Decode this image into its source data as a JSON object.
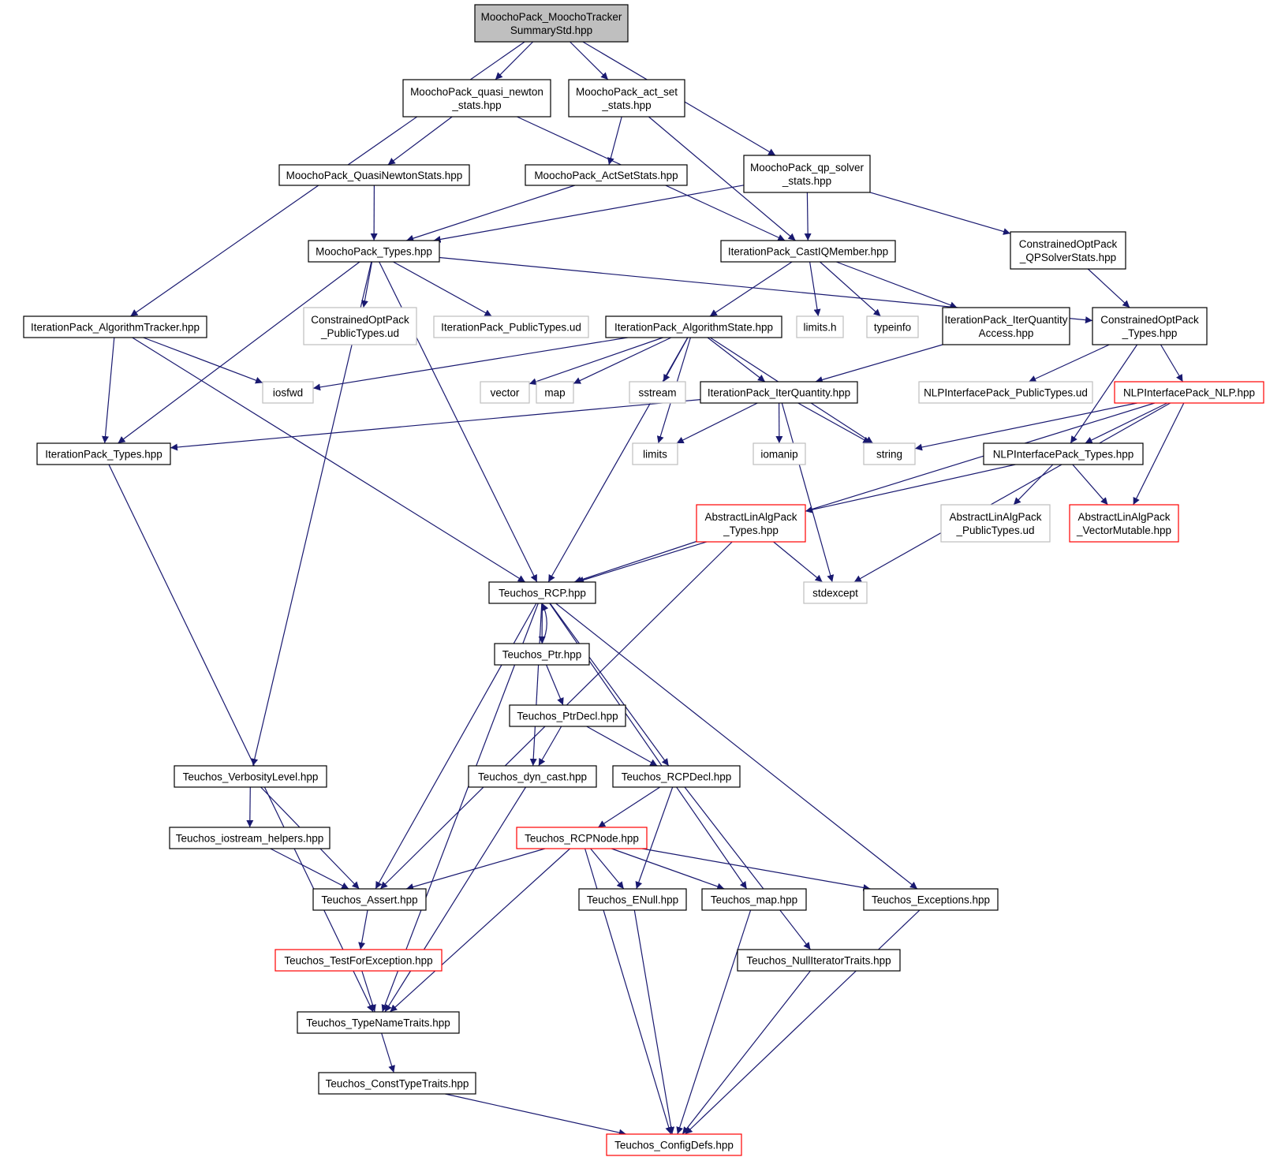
{
  "colors": {
    "edge": "#191970",
    "normal_border": "#000000",
    "system_border": "#bfbfbf",
    "incomplete_border": "#ff0000",
    "root_fill": "#bfbfbf",
    "node_fill": "#ffffff"
  },
  "nodes": [
    {
      "id": "root",
      "lines": [
        "MoochoPack_MoochoTracker",
        "SummaryStd.hpp"
      ],
      "kind": "root"
    },
    {
      "id": "qn_stats",
      "lines": [
        "MoochoPack_quasi_newton",
        "_stats.hpp"
      ],
      "kind": "normal"
    },
    {
      "id": "act_set_stats",
      "lines": [
        "MoochoPack_act_set",
        "_stats.hpp"
      ],
      "kind": "normal"
    },
    {
      "id": "qp_solver_stats",
      "lines": [
        "MoochoPack_qp_solver",
        "_stats.hpp"
      ],
      "kind": "normal"
    },
    {
      "id": "QuasiNewtonStats",
      "lines": [
        "MoochoPack_QuasiNewtonStats.hpp"
      ],
      "kind": "normal"
    },
    {
      "id": "ActSetStats",
      "lines": [
        "MoochoPack_ActSetStats.hpp"
      ],
      "kind": "normal"
    },
    {
      "id": "MPTypes",
      "lines": [
        "MoochoPack_Types.hpp"
      ],
      "kind": "normal"
    },
    {
      "id": "CastIQ",
      "lines": [
        "IterationPack_CastIQMember.hpp"
      ],
      "kind": "normal"
    },
    {
      "id": "COQPSolverStats",
      "lines": [
        "ConstrainedOptPack",
        "_QPSolverStats.hpp"
      ],
      "kind": "normal"
    },
    {
      "id": "AlgTracker",
      "lines": [
        "IterationPack_AlgorithmTracker.hpp"
      ],
      "kind": "normal"
    },
    {
      "id": "COPublicTypes",
      "lines": [
        "ConstrainedOptPack",
        "_PublicTypes.ud"
      ],
      "kind": "system"
    },
    {
      "id": "IPPublicTypes",
      "lines": [
        "IterationPack_PublicTypes.ud"
      ],
      "kind": "system"
    },
    {
      "id": "AlgState",
      "lines": [
        "IterationPack_AlgorithmState.hpp"
      ],
      "kind": "normal"
    },
    {
      "id": "limits_h",
      "lines": [
        "limits.h"
      ],
      "kind": "system"
    },
    {
      "id": "typeinfo",
      "lines": [
        "typeinfo"
      ],
      "kind": "system"
    },
    {
      "id": "IQAccess",
      "lines": [
        "IterationPack_IterQuantity",
        "Access.hpp"
      ],
      "kind": "normal"
    },
    {
      "id": "COTypes",
      "lines": [
        "ConstrainedOptPack",
        "_Types.hpp"
      ],
      "kind": "normal"
    },
    {
      "id": "iosfwd",
      "lines": [
        "iosfwd"
      ],
      "kind": "system"
    },
    {
      "id": "vector",
      "lines": [
        "vector"
      ],
      "kind": "system"
    },
    {
      "id": "map",
      "lines": [
        "map"
      ],
      "kind": "system"
    },
    {
      "id": "sstream",
      "lines": [
        "sstream"
      ],
      "kind": "system"
    },
    {
      "id": "IterQuantity",
      "lines": [
        "IterationPack_IterQuantity.hpp"
      ],
      "kind": "normal"
    },
    {
      "id": "NLPPublicTypes",
      "lines": [
        "NLPInterfacePack_PublicTypes.ud"
      ],
      "kind": "system"
    },
    {
      "id": "NLP",
      "lines": [
        "NLPInterfacePack_NLP.hpp"
      ],
      "kind": "incomplete"
    },
    {
      "id": "IPTypes",
      "lines": [
        "IterationPack_Types.hpp"
      ],
      "kind": "normal"
    },
    {
      "id": "limits",
      "lines": [
        "limits"
      ],
      "kind": "system"
    },
    {
      "id": "iomanip",
      "lines": [
        "iomanip"
      ],
      "kind": "system"
    },
    {
      "id": "string",
      "lines": [
        "string"
      ],
      "kind": "system"
    },
    {
      "id": "NLPTypes",
      "lines": [
        "NLPInterfacePack_Types.hpp"
      ],
      "kind": "normal"
    },
    {
      "id": "ALATypes",
      "lines": [
        "AbstractLinAlgPack",
        "_Types.hpp"
      ],
      "kind": "incomplete"
    },
    {
      "id": "ALAPublicTypes",
      "lines": [
        "AbstractLinAlgPack",
        "_PublicTypes.ud"
      ],
      "kind": "system"
    },
    {
      "id": "ALAVecMut",
      "lines": [
        "AbstractLinAlgPack",
        "_VectorMutable.hpp"
      ],
      "kind": "incomplete"
    },
    {
      "id": "RCP",
      "lines": [
        "Teuchos_RCP.hpp"
      ],
      "kind": "normal"
    },
    {
      "id": "stdexcept",
      "lines": [
        "stdexcept"
      ],
      "kind": "system"
    },
    {
      "id": "Ptr",
      "lines": [
        "Teuchos_Ptr.hpp"
      ],
      "kind": "normal"
    },
    {
      "id": "PtrDecl",
      "lines": [
        "Teuchos_PtrDecl.hpp"
      ],
      "kind": "normal"
    },
    {
      "id": "VerbLevel",
      "lines": [
        "Teuchos_VerbosityLevel.hpp"
      ],
      "kind": "normal"
    },
    {
      "id": "dyncast",
      "lines": [
        "Teuchos_dyn_cast.hpp"
      ],
      "kind": "normal"
    },
    {
      "id": "RCPDecl",
      "lines": [
        "Teuchos_RCPDecl.hpp"
      ],
      "kind": "normal"
    },
    {
      "id": "iohelpers",
      "lines": [
        "Teuchos_iostream_helpers.hpp"
      ],
      "kind": "normal"
    },
    {
      "id": "RCPNode",
      "lines": [
        "Teuchos_RCPNode.hpp"
      ],
      "kind": "incomplete"
    },
    {
      "id": "Assert",
      "lines": [
        "Teuchos_Assert.hpp"
      ],
      "kind": "normal"
    },
    {
      "id": "ENull",
      "lines": [
        "Teuchos_ENull.hpp"
      ],
      "kind": "normal"
    },
    {
      "id": "tmap",
      "lines": [
        "Teuchos_map.hpp"
      ],
      "kind": "normal"
    },
    {
      "id": "Exceptions",
      "lines": [
        "Teuchos_Exceptions.hpp"
      ],
      "kind": "normal"
    },
    {
      "id": "TestForExc",
      "lines": [
        "Teuchos_TestForException.hpp"
      ],
      "kind": "incomplete"
    },
    {
      "id": "NullIter",
      "lines": [
        "Teuchos_NullIteratorTraits.hpp"
      ],
      "kind": "normal"
    },
    {
      "id": "TypeName",
      "lines": [
        "Teuchos_TypeNameTraits.hpp"
      ],
      "kind": "normal"
    },
    {
      "id": "ConstType",
      "lines": [
        "Teuchos_ConstTypeTraits.hpp"
      ],
      "kind": "normal"
    },
    {
      "id": "ConfigDefs",
      "lines": [
        "Teuchos_ConfigDefs.hpp"
      ],
      "kind": "incomplete"
    }
  ],
  "edges": [
    [
      "root",
      "AlgTracker"
    ],
    [
      "root",
      "qn_stats"
    ],
    [
      "root",
      "act_set_stats"
    ],
    [
      "root",
      "qp_solver_stats"
    ],
    [
      "qn_stats",
      "QuasiNewtonStats"
    ],
    [
      "qn_stats",
      "CastIQ"
    ],
    [
      "act_set_stats",
      "ActSetStats"
    ],
    [
      "act_set_stats",
      "CastIQ"
    ],
    [
      "qp_solver_stats",
      "MPTypes"
    ],
    [
      "qp_solver_stats",
      "CastIQ"
    ],
    [
      "qp_solver_stats",
      "COQPSolverStats"
    ],
    [
      "QuasiNewtonStats",
      "MPTypes"
    ],
    [
      "ActSetStats",
      "MPTypes"
    ],
    [
      "MPTypes",
      "IPTypes"
    ],
    [
      "MPTypes",
      "COPublicTypes"
    ],
    [
      "MPTypes",
      "IPPublicTypes"
    ],
    [
      "MPTypes",
      "COTypes"
    ],
    [
      "MPTypes",
      "RCP"
    ],
    [
      "MPTypes",
      "VerbLevel"
    ],
    [
      "CastIQ",
      "AlgState"
    ],
    [
      "CastIQ",
      "limits_h"
    ],
    [
      "CastIQ",
      "typeinfo"
    ],
    [
      "CastIQ",
      "IQAccess"
    ],
    [
      "COQPSolverStats",
      "COTypes"
    ],
    [
      "AlgTracker",
      "iosfwd"
    ],
    [
      "AlgTracker",
      "IPTypes"
    ],
    [
      "AlgTracker",
      "RCP"
    ],
    [
      "AlgState",
      "iosfwd"
    ],
    [
      "AlgState",
      "vector"
    ],
    [
      "AlgState",
      "map"
    ],
    [
      "AlgState",
      "sstream"
    ],
    [
      "AlgState",
      "IterQuantity"
    ],
    [
      "AlgState",
      "limits"
    ],
    [
      "AlgState",
      "string"
    ],
    [
      "AlgState",
      "RCP"
    ],
    [
      "IQAccess",
      "IterQuantity"
    ],
    [
      "COTypes",
      "NLPPublicTypes"
    ],
    [
      "COTypes",
      "NLP"
    ],
    [
      "COTypes",
      "NLPTypes"
    ],
    [
      "IterQuantity",
      "IPTypes"
    ],
    [
      "IterQuantity",
      "limits"
    ],
    [
      "IterQuantity",
      "iomanip"
    ],
    [
      "IterQuantity",
      "string"
    ],
    [
      "IterQuantity",
      "stdexcept"
    ],
    [
      "NLP",
      "string"
    ],
    [
      "NLP",
      "NLPTypes"
    ],
    [
      "NLP",
      "ALAVecMut"
    ],
    [
      "NLP",
      "RCP"
    ],
    [
      "NLP",
      "stdexcept"
    ],
    [
      "NLPTypes",
      "ALATypes"
    ],
    [
      "NLPTypes",
      "ALAPublicTypes"
    ],
    [
      "NLPTypes",
      "ALAVecMut"
    ],
    [
      "ALATypes",
      "RCP"
    ],
    [
      "ALATypes",
      "stdexcept"
    ],
    [
      "ALATypes",
      "Assert"
    ],
    [
      "IPTypes",
      "TypeName"
    ],
    [
      "RCP",
      "Ptr"
    ],
    [
      "Ptr",
      "RCP"
    ],
    [
      "RCP",
      "dyncast"
    ],
    [
      "RCP",
      "RCPDecl"
    ],
    [
      "RCP",
      "Assert"
    ],
    [
      "RCP",
      "tmap"
    ],
    [
      "RCP",
      "Exceptions"
    ],
    [
      "RCP",
      "TypeName"
    ],
    [
      "Ptr",
      "PtrDecl"
    ],
    [
      "PtrDecl",
      "dyncast"
    ],
    [
      "PtrDecl",
      "RCPDecl"
    ],
    [
      "VerbLevel",
      "iohelpers"
    ],
    [
      "VerbLevel",
      "Assert"
    ],
    [
      "iohelpers",
      "Assert"
    ],
    [
      "dyncast",
      "TypeName"
    ],
    [
      "RCPDecl",
      "RCPNode"
    ],
    [
      "RCPDecl",
      "ENull"
    ],
    [
      "RCPDecl",
      "NullIter"
    ],
    [
      "RCPNode",
      "Assert"
    ],
    [
      "RCPNode",
      "ENull"
    ],
    [
      "RCPNode",
      "tmap"
    ],
    [
      "RCPNode",
      "Exceptions"
    ],
    [
      "RCPNode",
      "TypeName"
    ],
    [
      "RCPNode",
      "ConfigDefs"
    ],
    [
      "Assert",
      "TestForExc"
    ],
    [
      "TestForExc",
      "TypeName"
    ],
    [
      "ENull",
      "ConfigDefs"
    ],
    [
      "tmap",
      "ConfigDefs"
    ],
    [
      "Exceptions",
      "ConfigDefs"
    ],
    [
      "NullIter",
      "ConfigDefs"
    ],
    [
      "TypeName",
      "ConstType"
    ],
    [
      "ConstType",
      "ConfigDefs"
    ]
  ]
}
